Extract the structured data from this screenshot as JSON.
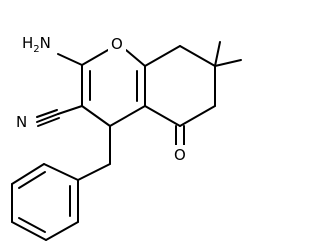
{
  "molecule": {
    "atom_labels": {
      "amine_h": "H",
      "amine_h_count": "2",
      "amine_n": "N",
      "ring_oxygen": "O",
      "nitrile_nitrogen": "N",
      "ketone_oxygen": "O"
    }
  }
}
